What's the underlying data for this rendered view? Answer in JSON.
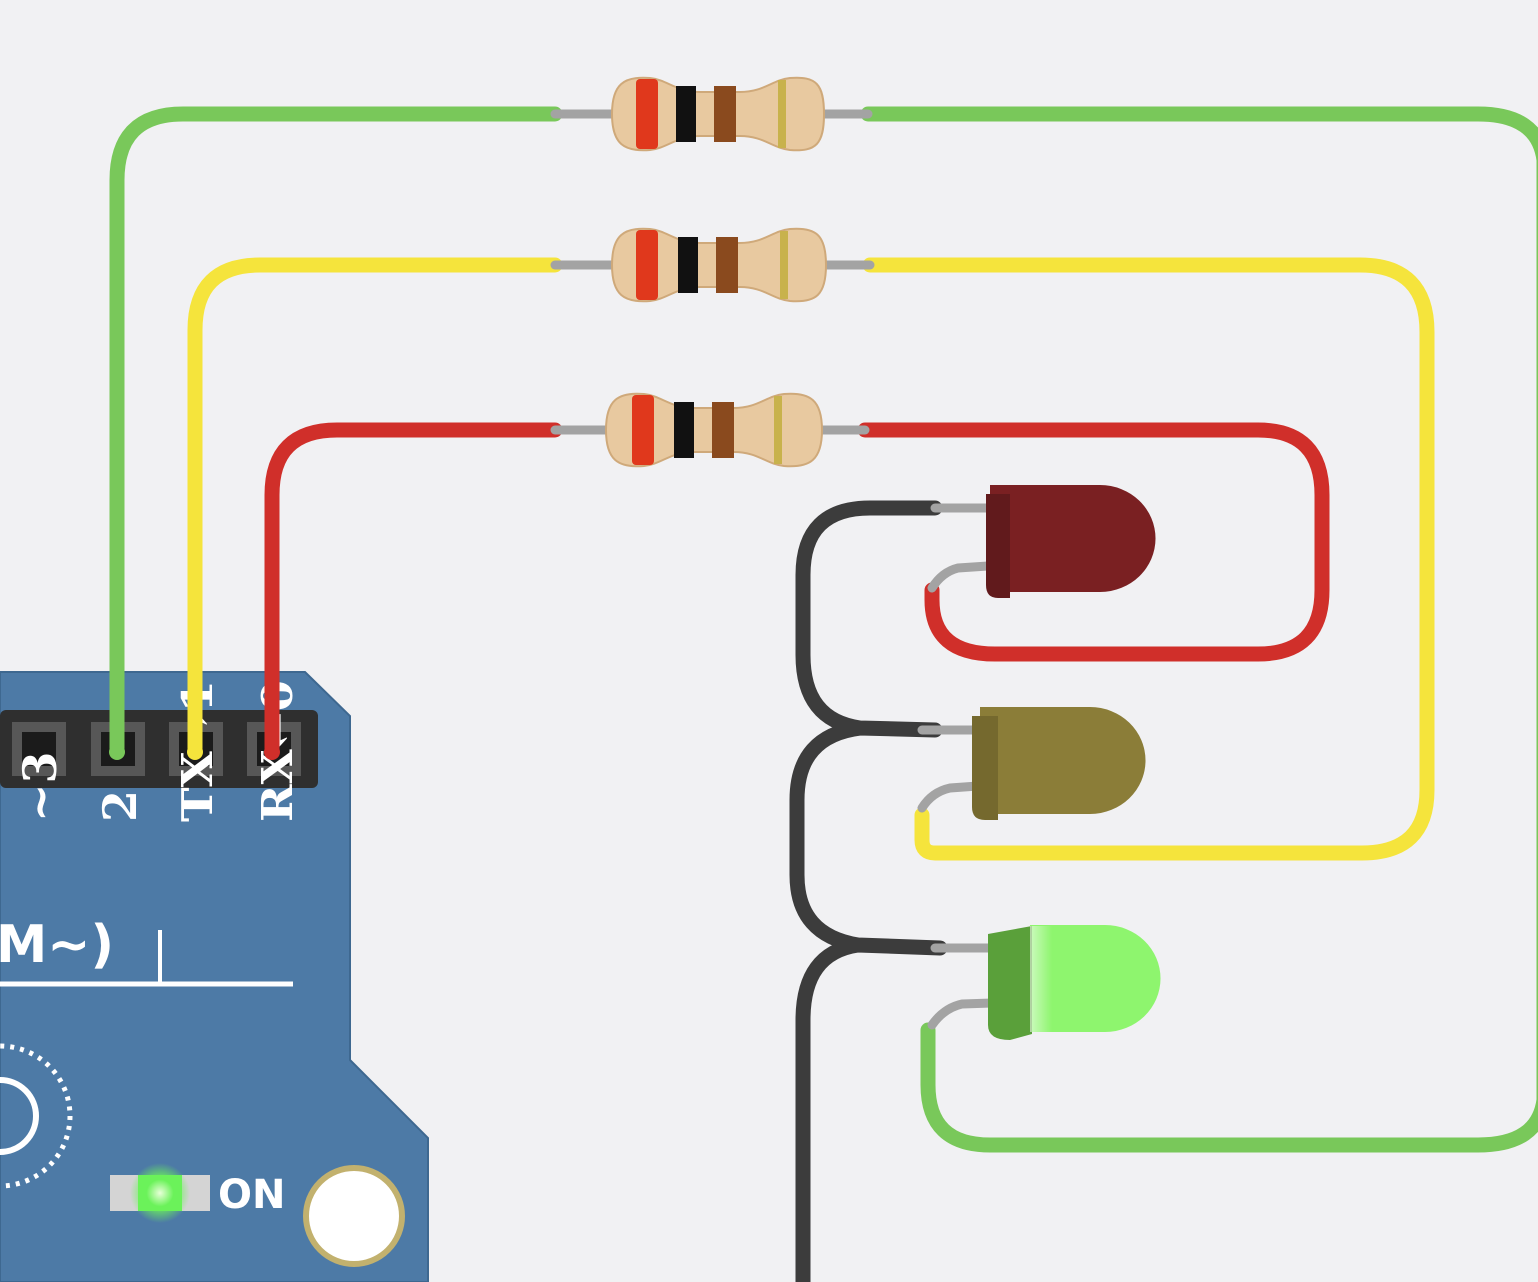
{
  "board": {
    "pins": [
      {
        "label": "~3"
      },
      {
        "label": "2"
      },
      {
        "label": "TX→1"
      },
      {
        "label": "RX←0"
      }
    ],
    "pwm_label": "M~)",
    "power_led_label": "ON"
  },
  "resistors": [
    {
      "wire": "green",
      "bands": [
        "red",
        "black",
        "brown",
        "gold"
      ]
    },
    {
      "wire": "yellow",
      "bands": [
        "red",
        "black",
        "brown",
        "gold"
      ]
    },
    {
      "wire": "red",
      "bands": [
        "red",
        "black",
        "brown",
        "gold"
      ]
    }
  ],
  "leds": [
    {
      "color": "red",
      "lit": false
    },
    {
      "color": "yellow",
      "lit": false
    },
    {
      "color": "green",
      "lit": true
    }
  ],
  "colors": {
    "background": "#f1f1f3",
    "board": "#4d7aa6",
    "wire_green": "#79c85a",
    "wire_yellow": "#f5e43c",
    "wire_red": "#d02f2a",
    "wire_black": "#3c3c3c",
    "resistor_body": "#e8c9a0",
    "led_red_off": "#7a2022",
    "led_yellow_off": "#8b7d38",
    "led_green_on": "#8ef56e",
    "power_led": "#6bf25a"
  }
}
